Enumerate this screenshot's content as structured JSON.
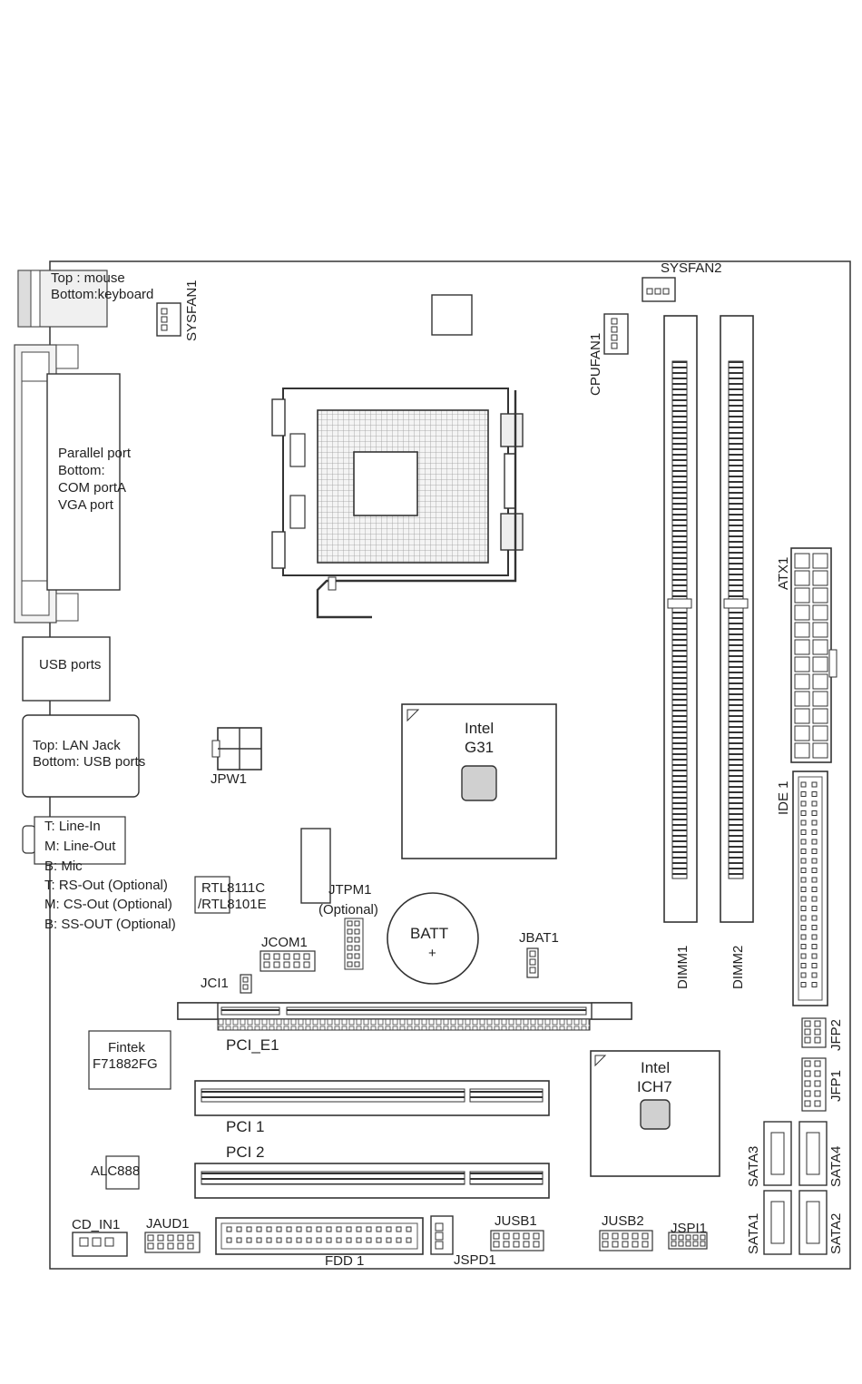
{
  "io": {
    "ps2_top": "Top : mouse",
    "ps2_bottom": "Bottom:keyboard",
    "parallel_1": "Parallel port",
    "parallel_2": "Bottom:",
    "parallel_3": "COM portA",
    "parallel_4": "VGA port",
    "usb": "USB ports",
    "lan_top": "Top: LAN Jack",
    "lan_bottom": "Bottom: USB ports",
    "audio_1": "T: Line-In",
    "audio_2": "M: Line-Out",
    "audio_3": "B: Mic",
    "audio_4": "T: RS-Out (Optional)",
    "audio_5": "M: CS-Out (Optional)",
    "audio_6": "B: SS-OUT (Optional)"
  },
  "labels": {
    "sysfan1": "SYSFAN1",
    "sysfan2": "SYSFAN2",
    "cpufan1": "CPUFAN1",
    "atx1": "ATX1",
    "ide1": "IDE 1",
    "dimm1": "DIMM1",
    "dimm2": "DIMM2",
    "jpw1": "JPW1",
    "g31_1": "Intel",
    "g31_2": "G31",
    "rtl_1": "RTL8111C",
    "rtl_2": "/RTL8101E",
    "jtpm_1": "JTPM1",
    "jtpm_2": "(Optional)",
    "batt": "BATT",
    "batt_plus": "+",
    "jbat1": "JBAT1",
    "jcom1": "JCOM1",
    "jci1": "JCI1",
    "pci_e1": "PCI_E1",
    "fintek_1": "Fintek",
    "fintek_2": "F71882FG",
    "ich7_1": "Intel",
    "ich7_2": "ICH7",
    "jfp2": "JFP2",
    "jfp1": "JFP1",
    "pci1": "PCI 1",
    "pci2": "PCI 2",
    "alc888": "ALC888",
    "sata1": "SATA1",
    "sata2": "SATA2",
    "sata3": "SATA3",
    "sata4": "SATA4",
    "cd_in1": "CD_IN1",
    "jaud1": "JAUD1",
    "fdd1": "FDD 1",
    "jspd1": "JSPD1",
    "jusb1": "JUSB1",
    "jusb2": "JUSB2",
    "jspi1": "JSPI1"
  },
  "colors": {
    "line": "#333333",
    "fill_light": "#e8e8e8",
    "fill_mid": "#c8c8c8",
    "fill_dark": "#555555"
  }
}
